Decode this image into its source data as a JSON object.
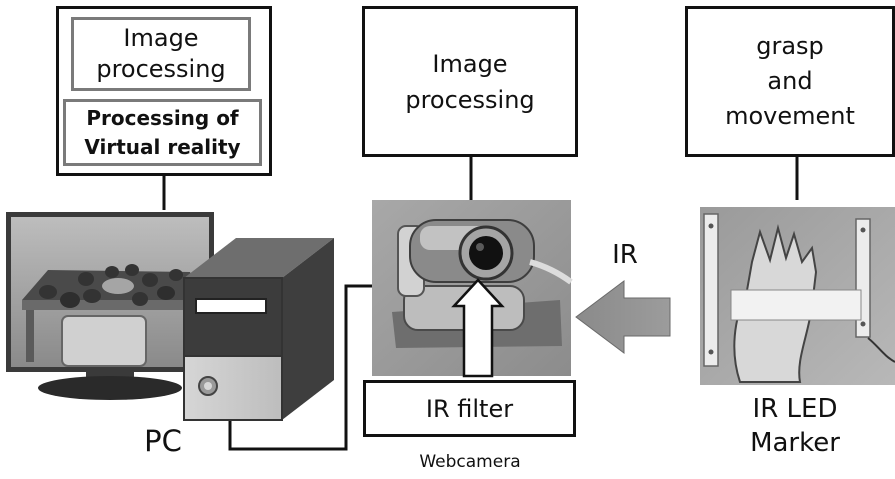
{
  "pc_panel": {
    "image_processing": "Image\nprocessing",
    "vr_processing": "Processing of\nVirtual reality"
  },
  "webcam_panel": {
    "image_processing": "Image\nprocessing"
  },
  "grasp_panel": {
    "text": "grasp\nand\nmovement"
  },
  "labels": {
    "pc": "PC",
    "ir_filter": "IR filter",
    "webcamera": "Webcamera",
    "ir": "IR",
    "ir_led_marker": "IR LED\nMarker"
  }
}
